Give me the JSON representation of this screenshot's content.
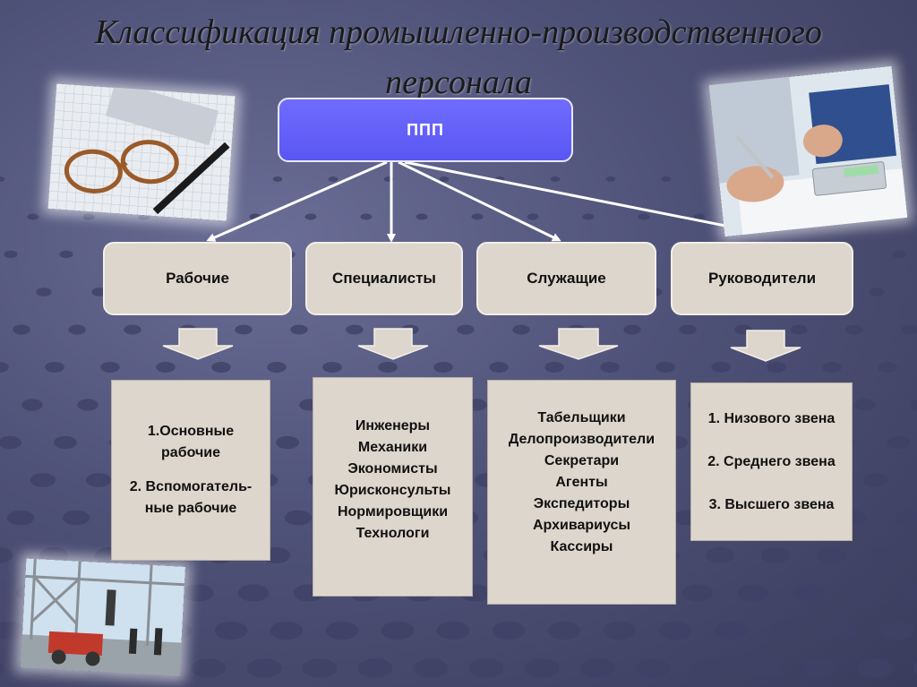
{
  "title": "Классификация промышленно-производственного персонала",
  "root": {
    "label": "ППП"
  },
  "categories": [
    {
      "label": "Рабочие"
    },
    {
      "label": "Специалисты"
    },
    {
      "label": "Служащие"
    },
    {
      "label": "Руководители"
    }
  ],
  "details": [
    {
      "lines": [
        "1.Основные",
        "рабочие",
        "2. Вспомогатель-",
        "ные рабочие"
      ]
    },
    {
      "lines": [
        "Инженеры",
        "Механики",
        "Экономисты",
        "Юрисконсульты",
        "Нормировщики",
        "Технологи"
      ]
    },
    {
      "lines": [
        "Табельщики",
        "Делопроизводители",
        "Секретари",
        "Агенты",
        "Экспедиторы",
        "Архивариусы",
        "Кассиры"
      ]
    },
    {
      "lines": [
        "1. Низового звена",
        "2. Среднего звена",
        "3. Высшего звена"
      ]
    }
  ],
  "photos": [
    {
      "name": "glasses-pen-photo"
    },
    {
      "name": "calculator-hands-photo"
    },
    {
      "name": "construction-workers-photo"
    }
  ],
  "colors": {
    "background": "#4f5278",
    "root_fill": "#5a56f3",
    "box_fill": "#ddd6cc",
    "connector": "#ffffff"
  }
}
